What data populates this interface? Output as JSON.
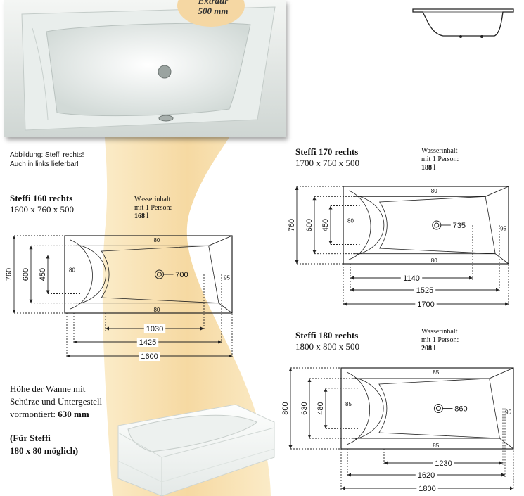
{
  "badge": {
    "line1": "Extraür",
    "line2": "500 mm"
  },
  "caption": {
    "line1": "Abbildung: Steffi rechts!",
    "line2": "Auch in links lieferbar!"
  },
  "water_label_line1": "Wasserinhalt",
  "water_label_line2": "mit 1 Person:",
  "tubs": [
    {
      "model": "Steffi 160 rechts",
      "dims": "1600 x 760 x 500",
      "water": "168 l",
      "width": "760",
      "height_inner1": "600",
      "height_inner2": "450",
      "rim_top": "80",
      "rim_left": "80",
      "rim_bottom": "80",
      "rim_right": "95",
      "drain": "700",
      "len1": "1030",
      "len2": "1425",
      "len3": "1600"
    },
    {
      "model": "Steffi 170 rechts",
      "dims": "1700 x 760 x 500",
      "water": "188 l",
      "width": "760",
      "height_inner1": "600",
      "height_inner2": "450",
      "rim_top": "80",
      "rim_left": "80",
      "rim_bottom": "80",
      "rim_right": "95",
      "drain": "735",
      "len1": "1140",
      "len2": "1525",
      "len3": "1700"
    },
    {
      "model": "Steffi 180 rechts",
      "dims": "1800 x 800 x 500",
      "water": "208 l",
      "width": "800",
      "height_inner1": "630",
      "height_inner2": "480",
      "rim_top": "85",
      "rim_left": "85",
      "rim_bottom": "85",
      "rim_right": "95",
      "drain": "860",
      "len1": "1230",
      "len2": "1620",
      "len3": "1800"
    }
  ],
  "height_note": {
    "line1": "Höhe der Wanne mit",
    "line2": "Schürze und Untergestell",
    "line3_prefix": "vormontiert: ",
    "line3_value": "630 mm",
    "steffi_line1": "(Für Steffi",
    "steffi_line2": "180 x 80 möglich)"
  },
  "colors": {
    "band": "#f7dca8",
    "band_light": "#fbecc9",
    "badge": "#f5d7a3"
  }
}
